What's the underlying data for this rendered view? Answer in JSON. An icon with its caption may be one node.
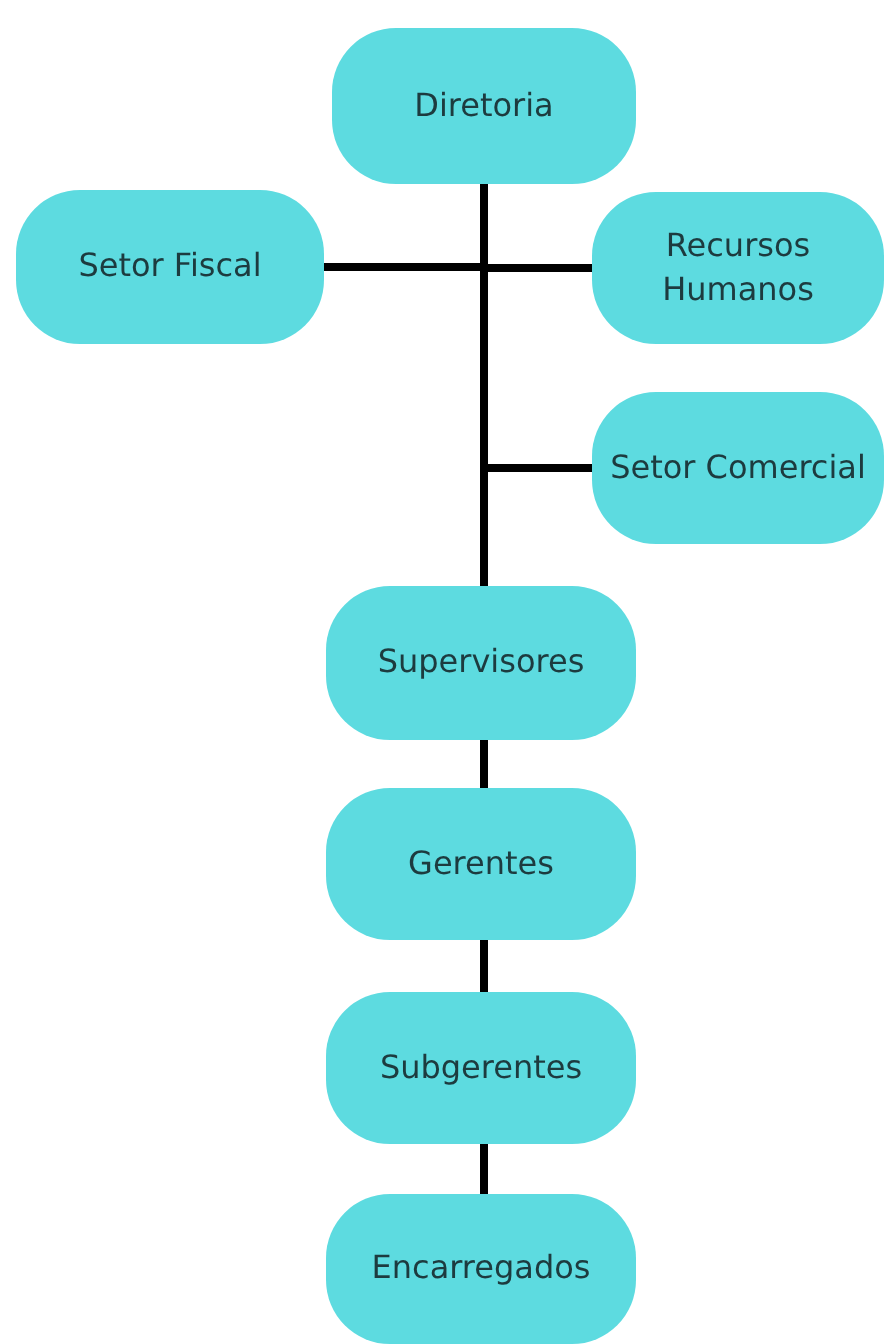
{
  "diagram": {
    "nodes": [
      {
        "text": [
          "Diretoria"
        ]
      },
      {
        "text": [
          "Setor Fiscal"
        ]
      },
      {
        "text": [
          "Recursos Humanos"
        ]
      },
      {
        "text": [
          "Setor Comercial"
        ]
      },
      {
        "text": [
          "Supervisores"
        ]
      },
      {
        "text": [
          "Gerentes"
        ]
      },
      {
        "text": [
          "Subgerentes"
        ]
      },
      {
        "text": [
          "Encarregados"
        ]
      }
    ],
    "edges": [
      {
        "from": 0,
        "to": 1,
        "arrow": "none"
      },
      {
        "from": 0,
        "to": 2,
        "arrow": "none"
      },
      {
        "from": 0,
        "to": 3,
        "arrow": "none"
      },
      {
        "from": 0,
        "to": 4,
        "arrow": "none"
      },
      {
        "from": 4,
        "to": 5,
        "arrow": "none"
      },
      {
        "from": 5,
        "to": 6,
        "arrow": "none"
      },
      {
        "from": 6,
        "to": 7,
        "arrow": "none"
      }
    ]
  }
}
